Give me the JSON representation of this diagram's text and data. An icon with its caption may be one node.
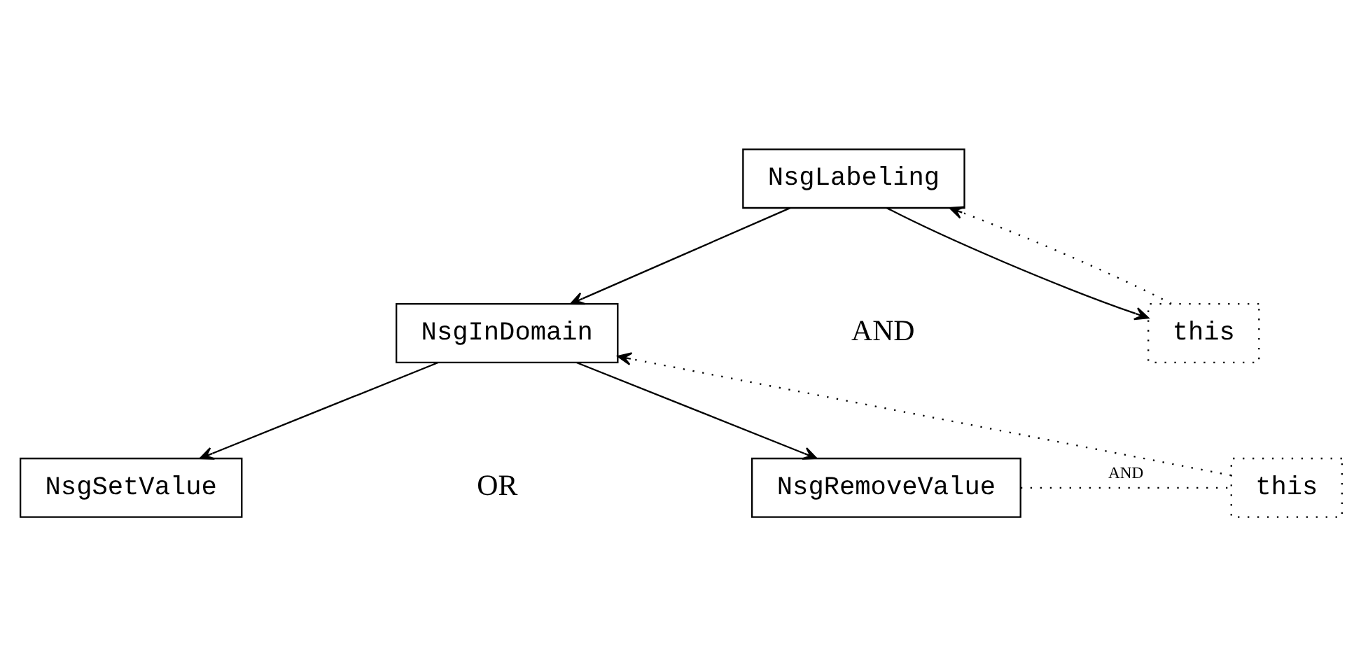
{
  "diagram": {
    "nodes": [
      {
        "text": [
          "NsgLabeling"
        ]
      },
      {
        "text": [
          "NsgInDomain"
        ]
      },
      {
        "text": [
          "this"
        ]
      },
      {
        "text": [
          "NsgSetValue"
        ]
      },
      {
        "text": [
          "NsgRemoveValue"
        ]
      },
      {
        "text": [
          "this"
        ]
      }
    ],
    "edges": [
      {
        "from": 0,
        "to": 1,
        "arrow": "to"
      },
      {
        "from": 0,
        "to": 2,
        "arrow": "to"
      },
      {
        "from": 2,
        "to": 0,
        "arrow": "to",
        "style": "dashed"
      },
      {
        "from": 1,
        "to": 3,
        "arrow": "to"
      },
      {
        "from": 1,
        "to": 4,
        "arrow": "to"
      },
      {
        "from": 5,
        "to": 1,
        "arrow": "to",
        "style": "dashed"
      },
      {
        "from": 4,
        "to": 5,
        "arrow": "none",
        "style": "dashed",
        "label": "AND"
      }
    ],
    "labels": [
      "AND",
      "OR"
    ]
  }
}
